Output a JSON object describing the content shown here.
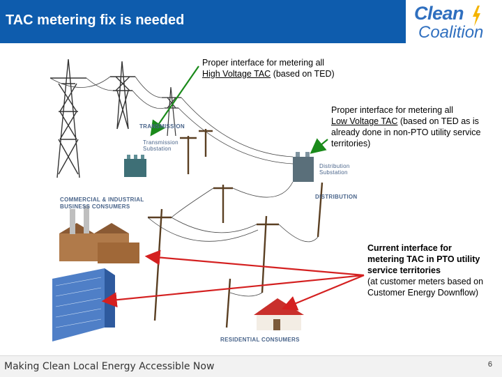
{
  "slide": {
    "title": "TAC metering fix is needed",
    "page_number": "6",
    "footer": "Making Clean Local Energy Accessible Now"
  },
  "logo": {
    "line1": "Clean",
    "line2": "Coalition",
    "color": "#2f6fbf",
    "accent": "#f4b400"
  },
  "notes": {
    "hv": {
      "line1": "Proper interface for metering all",
      "underlined": "High Voltage TAC",
      "rest": " (based on TED)"
    },
    "lv": {
      "line1": "Proper interface for metering all",
      "underlined": "Low Voltage TAC",
      "rest": " (based on TED as is already done in non-PTO utility service territories)"
    },
    "current": {
      "bold_line1": "Current interface for",
      "bold_line2": "metering TAC in PTO utility",
      "bold_line3": "service territories",
      "rest": "(at customer meters based on Customer Energy Downflow)"
    }
  },
  "diagram_labels": {
    "transmission": "TRANSMISSION",
    "transmission_substation_1": "Transmission",
    "transmission_substation_2": "Substation",
    "distribution_substation_1": "Distribution",
    "distribution_substation_2": "Substation",
    "distribution": "DISTRIBUTION",
    "commercial_1": "COMMERCIAL & INDUSTRIAL",
    "commercial_2": "BUSINESS CONSUMERS",
    "residential": "RESIDENTIAL CONSUMERS"
  },
  "colors": {
    "title_bar": "#0e5cad",
    "green_arrow": "#1a8a1a",
    "red_arrow": "#d42020",
    "tower": "#333333",
    "label_blue": "#49648a"
  }
}
